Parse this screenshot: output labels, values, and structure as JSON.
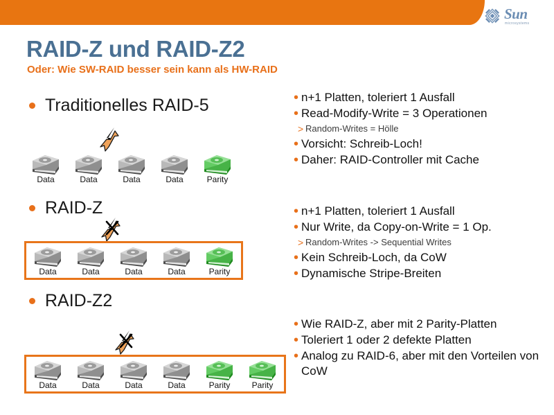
{
  "brand": {
    "logo_name": "sun-logo",
    "wordmark": "Sun",
    "tagline": "microsystems",
    "bar_color": "#e87511"
  },
  "title": "RAID-Z und RAID-Z2",
  "subtitle": "Oder: Wie SW-RAID besser sein kann als HW-RAID",
  "colors": {
    "accent_orange": "#e8701a",
    "title_blue": "#4a7093",
    "parity_green": "#4cc04c",
    "data_gray": "#8a8a8a"
  },
  "sections": [
    {
      "label": "Traditionelles RAID-5",
      "boxed": false,
      "bolt": "bolt-strike",
      "disks": [
        {
          "label": "Data",
          "kind": "data"
        },
        {
          "label": "Data",
          "kind": "data"
        },
        {
          "label": "Data",
          "kind": "data"
        },
        {
          "label": "Data",
          "kind": "data"
        },
        {
          "label": "Parity",
          "kind": "parity"
        }
      ]
    },
    {
      "label": "RAID-Z",
      "boxed": true,
      "bolt": "bolt-strike-blocked",
      "disks": [
        {
          "label": "Data",
          "kind": "data"
        },
        {
          "label": "Data",
          "kind": "data"
        },
        {
          "label": "Data",
          "kind": "data"
        },
        {
          "label": "Data",
          "kind": "data"
        },
        {
          "label": "Parity",
          "kind": "parity"
        }
      ]
    },
    {
      "label": "RAID-Z2",
      "boxed": true,
      "bolt": "bolt-strike-blocked",
      "disks": [
        {
          "label": "Data",
          "kind": "data"
        },
        {
          "label": "Data",
          "kind": "data"
        },
        {
          "label": "Data",
          "kind": "data"
        },
        {
          "label": "Data",
          "kind": "data"
        },
        {
          "label": "Parity",
          "kind": "parity"
        },
        {
          "label": "Parity",
          "kind": "parity"
        }
      ]
    }
  ],
  "notes": [
    {
      "items": [
        {
          "level": 1,
          "text": "n+1 Platten, toleriert 1 Ausfall"
        },
        {
          "level": 1,
          "text": "Read-Modify-Write = 3 Operationen"
        },
        {
          "level": 2,
          "text": "Random-Writes = Hölle"
        },
        {
          "level": 1,
          "text": "Vorsicht: Schreib-Loch!"
        },
        {
          "level": 1,
          "text": "Daher: RAID-Controller mit Cache"
        }
      ]
    },
    {
      "items": [
        {
          "level": 1,
          "text": "n+1 Platten, toleriert 1 Ausfall"
        },
        {
          "level": 1,
          "text": "Nur Write, da Copy-on-Write = 1 Op."
        },
        {
          "level": 2,
          "text": "Random-Writes -> Sequential Writes"
        },
        {
          "level": 1,
          "text": "Kein Schreib-Loch, da CoW"
        },
        {
          "level": 1,
          "text": "Dynamische Stripe-Breiten"
        }
      ]
    },
    {
      "items": [
        {
          "level": 1,
          "text": "Wie RAID-Z, aber mit 2 Parity-Platten"
        },
        {
          "level": 1,
          "text": "Toleriert 1 oder 2 defekte Platten"
        },
        {
          "level": 1,
          "text": "Analog zu RAID-6, aber mit den Vorteilen von CoW"
        }
      ]
    }
  ]
}
